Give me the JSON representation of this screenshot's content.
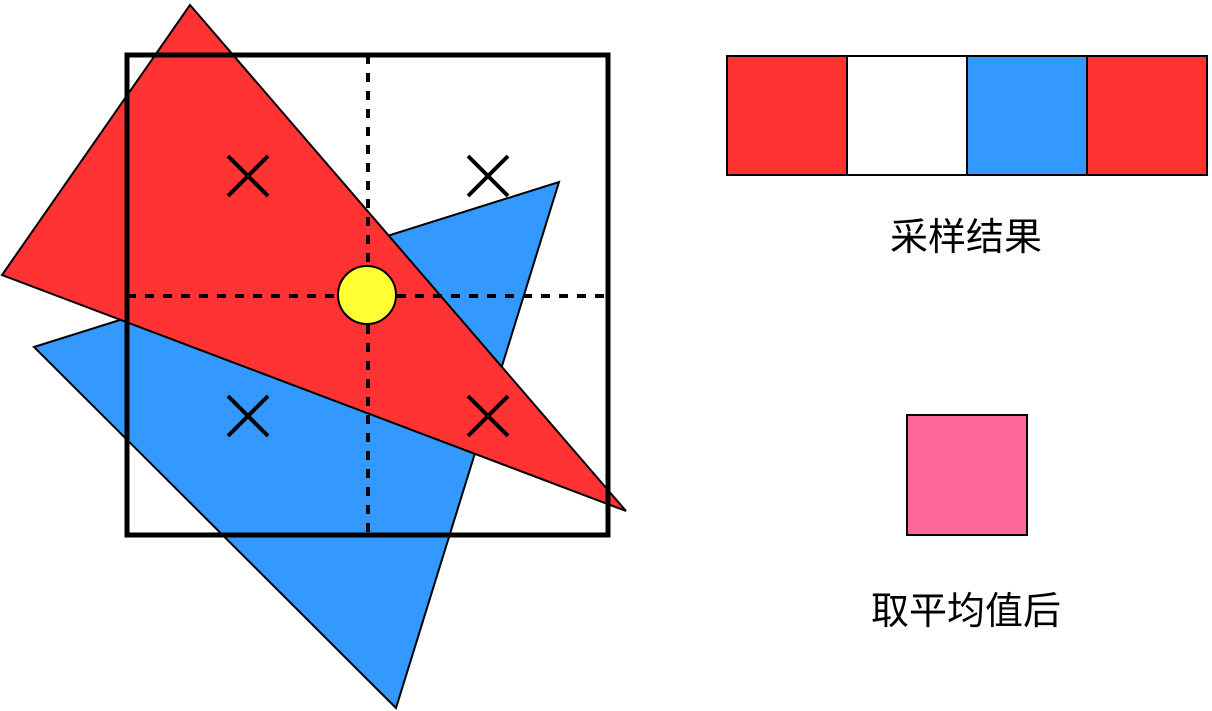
{
  "colors": {
    "red": "#ff3333",
    "blue": "#3399ff",
    "white": "#ffffff",
    "yellow": "#ffff33",
    "pink": "#ff6699",
    "stroke": "#000000"
  },
  "sample_results": {
    "label": "采样结果",
    "cells": [
      "red",
      "white",
      "blue",
      "red"
    ]
  },
  "average": {
    "label": "取平均值后",
    "color": "pink"
  },
  "pixel": {
    "subsample_count": 4,
    "markers": [
      "cross-icon",
      "cross-icon",
      "cross-icon",
      "cross-icon"
    ],
    "center_marker": "yellow-dot"
  }
}
